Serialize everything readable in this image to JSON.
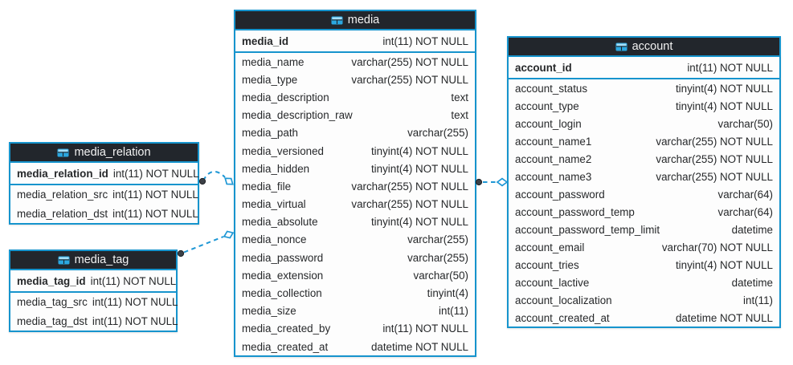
{
  "diagram": {
    "tables": [
      {
        "name": "media_relation",
        "pk": {
          "name": "media_relation_id",
          "type": "int(11) NOT NULL"
        },
        "columns": [
          {
            "name": "media_relation_src",
            "type": "int(11) NOT NULL"
          },
          {
            "name": "media_relation_dst",
            "type": "int(11) NOT NULL"
          }
        ]
      },
      {
        "name": "media_tag",
        "pk": {
          "name": "media_tag_id",
          "type": "int(11) NOT NULL"
        },
        "columns": [
          {
            "name": "media_tag_src",
            "type": "int(11) NOT NULL"
          },
          {
            "name": "media_tag_dst",
            "type": "int(11) NOT NULL"
          }
        ]
      },
      {
        "name": "media",
        "pk": {
          "name": "media_id",
          "type": "int(11) NOT NULL"
        },
        "columns": [
          {
            "name": "media_name",
            "type": "varchar(255) NOT NULL"
          },
          {
            "name": "media_type",
            "type": "varchar(255) NOT NULL"
          },
          {
            "name": "media_description",
            "type": "text"
          },
          {
            "name": "media_description_raw",
            "type": "text"
          },
          {
            "name": "media_path",
            "type": "varchar(255)"
          },
          {
            "name": "media_versioned",
            "type": "tinyint(4) NOT NULL"
          },
          {
            "name": "media_hidden",
            "type": "tinyint(4) NOT NULL"
          },
          {
            "name": "media_file",
            "type": "varchar(255) NOT NULL"
          },
          {
            "name": "media_virtual",
            "type": "varchar(255) NOT NULL"
          },
          {
            "name": "media_absolute",
            "type": "tinyint(4) NOT NULL"
          },
          {
            "name": "media_nonce",
            "type": "varchar(255)"
          },
          {
            "name": "media_password",
            "type": "varchar(255)"
          },
          {
            "name": "media_extension",
            "type": "varchar(50)"
          },
          {
            "name": "media_collection",
            "type": "tinyint(4)"
          },
          {
            "name": "media_size",
            "type": "int(11)"
          },
          {
            "name": "media_created_by",
            "type": "int(11) NOT NULL"
          },
          {
            "name": "media_created_at",
            "type": "datetime NOT NULL"
          }
        ]
      },
      {
        "name": "account",
        "pk": {
          "name": "account_id",
          "type": "int(11) NOT NULL"
        },
        "columns": [
          {
            "name": "account_status",
            "type": "tinyint(4) NOT NULL"
          },
          {
            "name": "account_type",
            "type": "tinyint(4) NOT NULL"
          },
          {
            "name": "account_login",
            "type": "varchar(50)"
          },
          {
            "name": "account_name1",
            "type": "varchar(255) NOT NULL"
          },
          {
            "name": "account_name2",
            "type": "varchar(255) NOT NULL"
          },
          {
            "name": "account_name3",
            "type": "varchar(255) NOT NULL"
          },
          {
            "name": "account_password",
            "type": "varchar(64)"
          },
          {
            "name": "account_password_temp",
            "type": "varchar(64)"
          },
          {
            "name": "account_password_temp_limit",
            "type": "datetime"
          },
          {
            "name": "account_email",
            "type": "varchar(70) NOT NULL"
          },
          {
            "name": "account_tries",
            "type": "tinyint(4) NOT NULL"
          },
          {
            "name": "account_lactive",
            "type": "datetime"
          },
          {
            "name": "account_localization",
            "type": "int(11)"
          },
          {
            "name": "account_created_at",
            "type": "datetime NOT NULL"
          }
        ]
      }
    ],
    "relationships": [
      {
        "from": "media_relation",
        "to": "media",
        "style": "dashed",
        "source_marker": "dot",
        "target_marker": "open-diamond"
      },
      {
        "from": "media_tag",
        "to": "media",
        "style": "dashed",
        "source_marker": "dot",
        "target_marker": "open-diamond"
      },
      {
        "from": "media",
        "to": "account",
        "style": "dashed",
        "source_marker": "dot",
        "target_marker": "open-diamond"
      }
    ],
    "colors": {
      "table_border": "#1694cd",
      "header_background": "#22262c",
      "header_text": "#f2f2f2",
      "row_background": "#fdfdfd",
      "row_text": "#26282a",
      "connector": "#1e97d5",
      "icon_blue": "#2ba7e0"
    }
  }
}
